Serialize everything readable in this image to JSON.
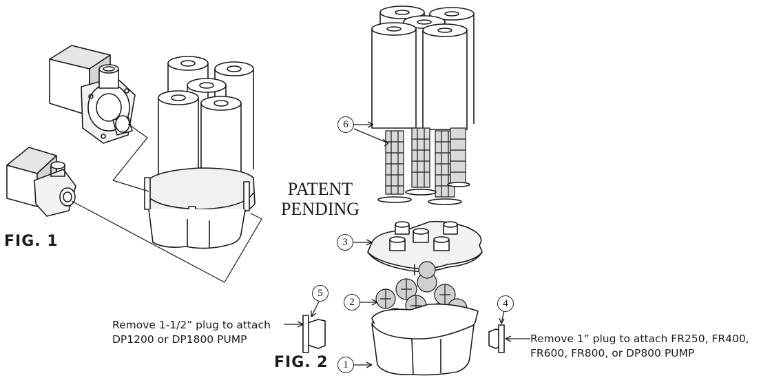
{
  "figures": {
    "fig1_label": "FIG. 1",
    "fig2_label": "FIG. 2"
  },
  "patent": {
    "line1": "PATENT",
    "line2": "PENDING"
  },
  "callouts": {
    "left_line1": "Remove 1-1/2” plug to attach",
    "left_line2": "DP1200 or DP1800 PUMP",
    "right_line1": "Remove 1” plug to attach FR250, FR400,",
    "right_line2": "FR600, FR800, or DP800 PUMP"
  },
  "part_numbers": {
    "p1": "1",
    "p2": "2",
    "p3": "3",
    "p4": "4",
    "p5": "5",
    "p6": "6"
  },
  "colors": {
    "ink": "#1a1a1a",
    "shade": "#d9d9d9",
    "paper": "#ffffff"
  }
}
